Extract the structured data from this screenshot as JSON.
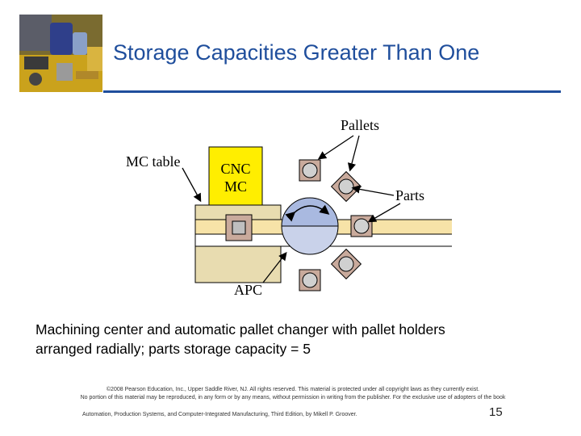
{
  "slide": {
    "title": "Storage Capacities Greater Than One",
    "caption_line1": "Machining center and automatic pallet changer with pallet holders",
    "caption_line2": "arranged radially; parts storage capacity = 5",
    "copyright_line1": "©2008 Pearson Education, Inc., Upper Saddle River, NJ. All rights reserved. This material is protected under all copyright laws as they currently exist.",
    "copyright_line2": "No portion of this material may be reproduced, in any form or by any means, without permission in writing from the publisher. For the exclusive use of adopters of the book",
    "footer_book": "Automation, Production Systems, and Computer-Integrated Manufacturing, Third Edition, by Mikell P. Groover.",
    "page_number": "15"
  },
  "diagram": {
    "label_mc_table": "MC table",
    "label_cnc": "CNC",
    "label_mc": "MC",
    "label_pallets": "Pallets",
    "label_parts": "Parts",
    "label_apc": "APC"
  },
  "colors": {
    "title_blue": "#1f4e9c",
    "cnc_yellow": "#ffee00",
    "table_tan": "#e8dcb0",
    "pallet_brown": "#c9aa9c",
    "part_gray": "#d0d0d0",
    "apc_blue": "#a9b9e0"
  }
}
